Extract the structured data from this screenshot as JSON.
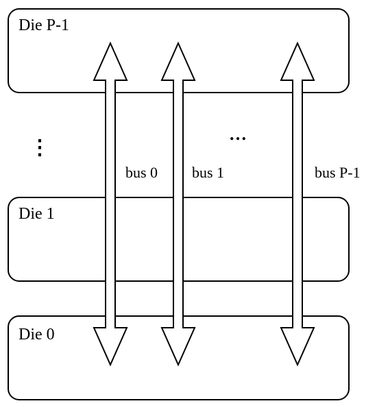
{
  "dies": [
    {
      "id": "die-p-minus-1",
      "label": "Die P-1"
    },
    {
      "id": "die-1",
      "label": "Die 1"
    },
    {
      "id": "die-0",
      "label": "Die 0"
    }
  ],
  "buses": [
    {
      "id": "bus-0",
      "label": "bus 0"
    },
    {
      "id": "bus-1",
      "label": "bus 1"
    },
    {
      "id": "bus-p-minus-1",
      "label": "bus P-1"
    }
  ],
  "vertical_ellipsis": "⋮",
  "horizontal_ellipsis": "…"
}
